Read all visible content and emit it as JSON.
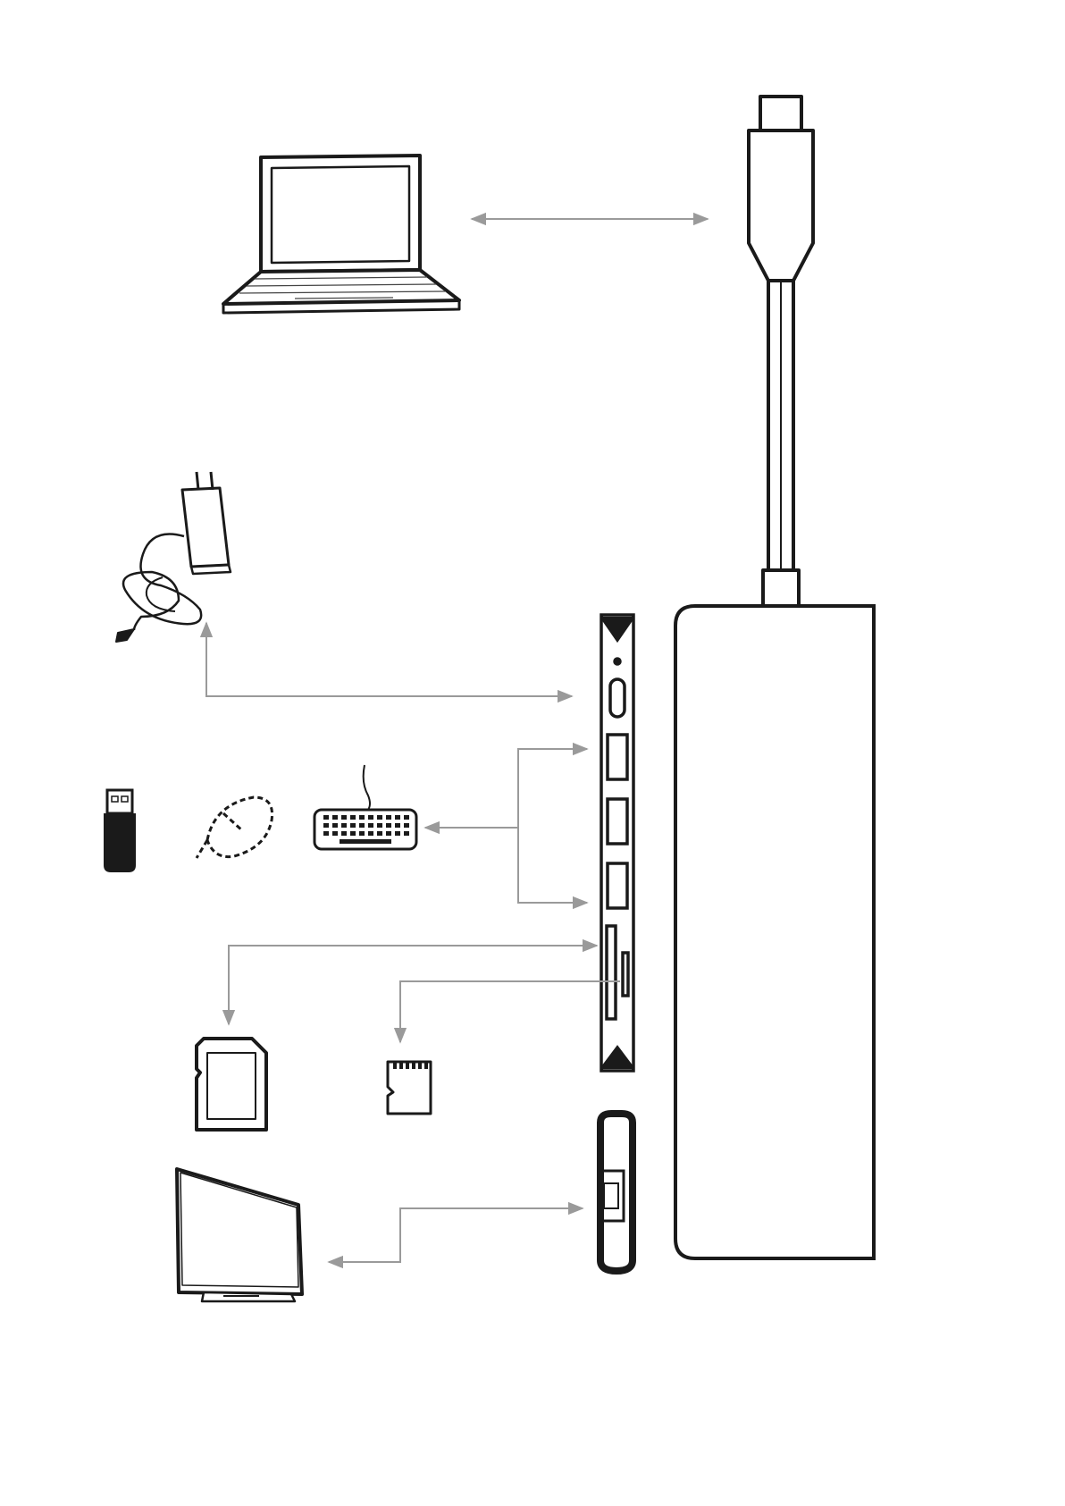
{
  "diagram": {
    "kind": "usb-c-hub-connection-diagram",
    "text_labels": [],
    "colors": {
      "line": "#1a1a1a",
      "arrow": "#9a9a9a",
      "fill_dark": "#1a1a1a",
      "background": "#ffffff"
    },
    "devices": [
      {
        "id": "laptop",
        "icon": "laptop-icon"
      },
      {
        "id": "usb-c-cable",
        "icon": "usb-c-plug-icon"
      },
      {
        "id": "hub",
        "icon": "hub-body-icon"
      },
      {
        "id": "power-adapter",
        "icon": "power-adapter-icon"
      },
      {
        "id": "usb-flash-drive",
        "icon": "usb-flash-drive-icon"
      },
      {
        "id": "mouse",
        "icon": "mouse-icon"
      },
      {
        "id": "keyboard",
        "icon": "keyboard-icon"
      },
      {
        "id": "sd-card",
        "icon": "sd-card-icon"
      },
      {
        "id": "micro-sd-card",
        "icon": "micro-sd-card-icon"
      },
      {
        "id": "monitor",
        "icon": "monitor-icon"
      },
      {
        "id": "hdmi-port-side",
        "icon": "hdmi-port-icon"
      }
    ],
    "connections": [
      {
        "from": "laptop",
        "to": "usb-c-cable",
        "direction": "both"
      },
      {
        "from": "hub-usb-c-pd-port",
        "to": "power-adapter",
        "direction": "both"
      },
      {
        "from": "hub-usb-a-ports",
        "to": "keyboard",
        "direction": "both"
      },
      {
        "from": "hub-sd-slot",
        "to": "sd-card",
        "direction": "both"
      },
      {
        "from": "hub-micro-sd-slot",
        "to": "micro-sd-card",
        "direction": "one-way"
      },
      {
        "from": "hub-hdmi-port",
        "to": "monitor",
        "direction": "both"
      }
    ]
  }
}
